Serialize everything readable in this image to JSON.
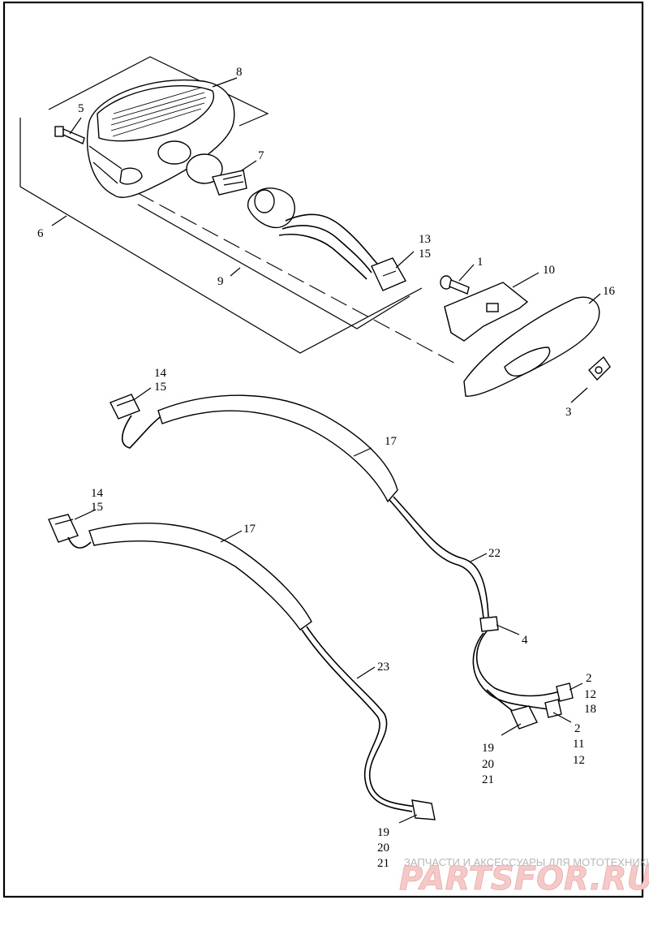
{
  "diagram": {
    "callouts": {
      "c1": "1",
      "c2a": "2",
      "c2b": "2",
      "c3": "3",
      "c4": "4",
      "c5": "5",
      "c6": "6",
      "c7": "7",
      "c8": "8",
      "c9": "9",
      "c10": "10",
      "c11": "11",
      "c12a": "12",
      "c12b": "12",
      "c13": "13",
      "c14a": "14",
      "c14b": "14",
      "c15a": "15",
      "c15b": "15",
      "c15c": "15",
      "c16": "16",
      "c17a": "17",
      "c17b": "17",
      "c18": "18",
      "c19a": "19",
      "c19b": "19",
      "c20a": "20",
      "c20b": "20",
      "c21a": "21",
      "c21b": "21",
      "c22": "22",
      "c23": "23"
    }
  },
  "watermark": {
    "tagline": "ЗАПЧАСТИ И АКСЕССУАРЫ ДЛЯ МОТОТЕХНИКИ",
    "logo": "PARTSFOR.RU"
  }
}
